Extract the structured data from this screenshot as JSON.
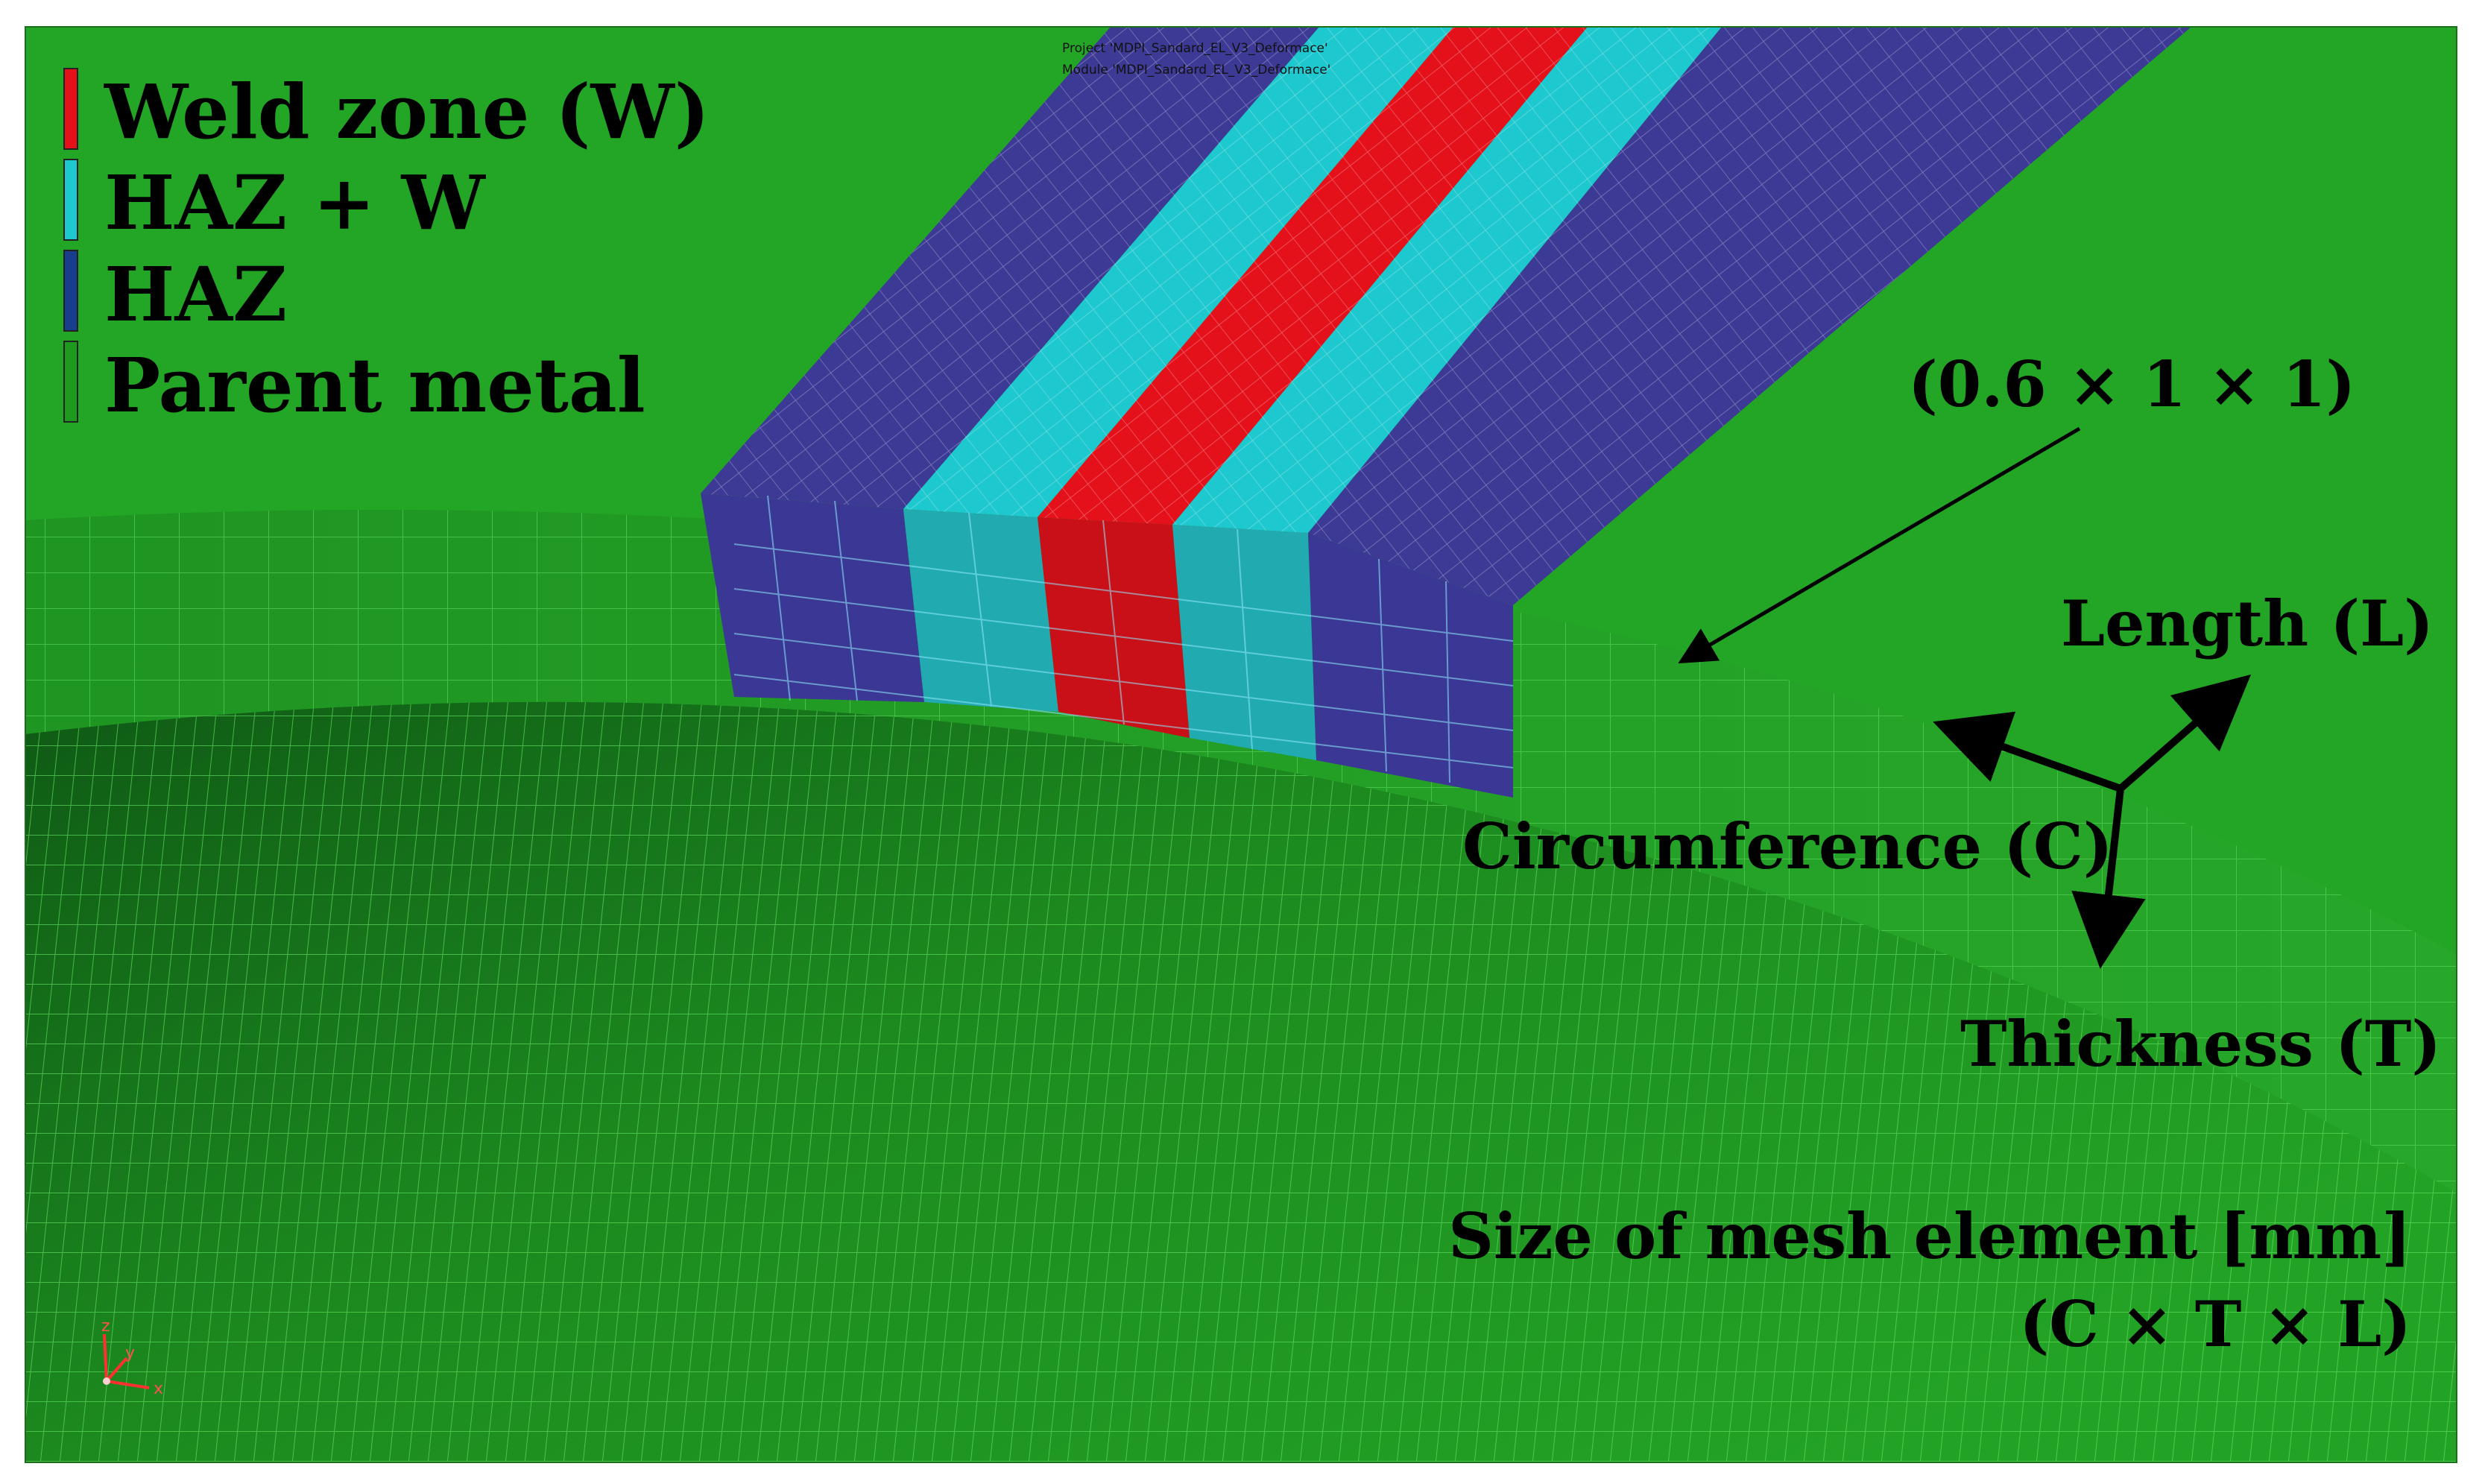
{
  "project_info": {
    "line1": "Project 'MDPI_Sandard_EL_V3_Deformace'",
    "line2": "Module 'MDPI_Sandard_EL_V3_Deformace'"
  },
  "legend": [
    {
      "label": "Weld zone (W)",
      "color": "#e4111b"
    },
    {
      "label": "HAZ + W",
      "color": "#1ec8cf"
    },
    {
      "label": "HAZ",
      "color": "#173d8c"
    },
    {
      "label": "Parent metal",
      "color": "#1e9a1e"
    }
  ],
  "annotations": {
    "mesh_size_top": "(0.6 × 1 × 1)",
    "length": "Length (L)",
    "circumference": "Circumference (C)",
    "thickness": "Thickness (T)",
    "mesh_size_label": "Size of mesh element [mm]",
    "mesh_size_order": "(C × T × L)"
  },
  "axis_triad": {
    "z": "z",
    "y": "y",
    "x": "x"
  },
  "colors": {
    "parent_metal": "#22a822",
    "weld": "#e4111b",
    "haz_w": "#1ec8cf",
    "haz": "#3d3a96",
    "mesh_line": "#5fe05f"
  }
}
